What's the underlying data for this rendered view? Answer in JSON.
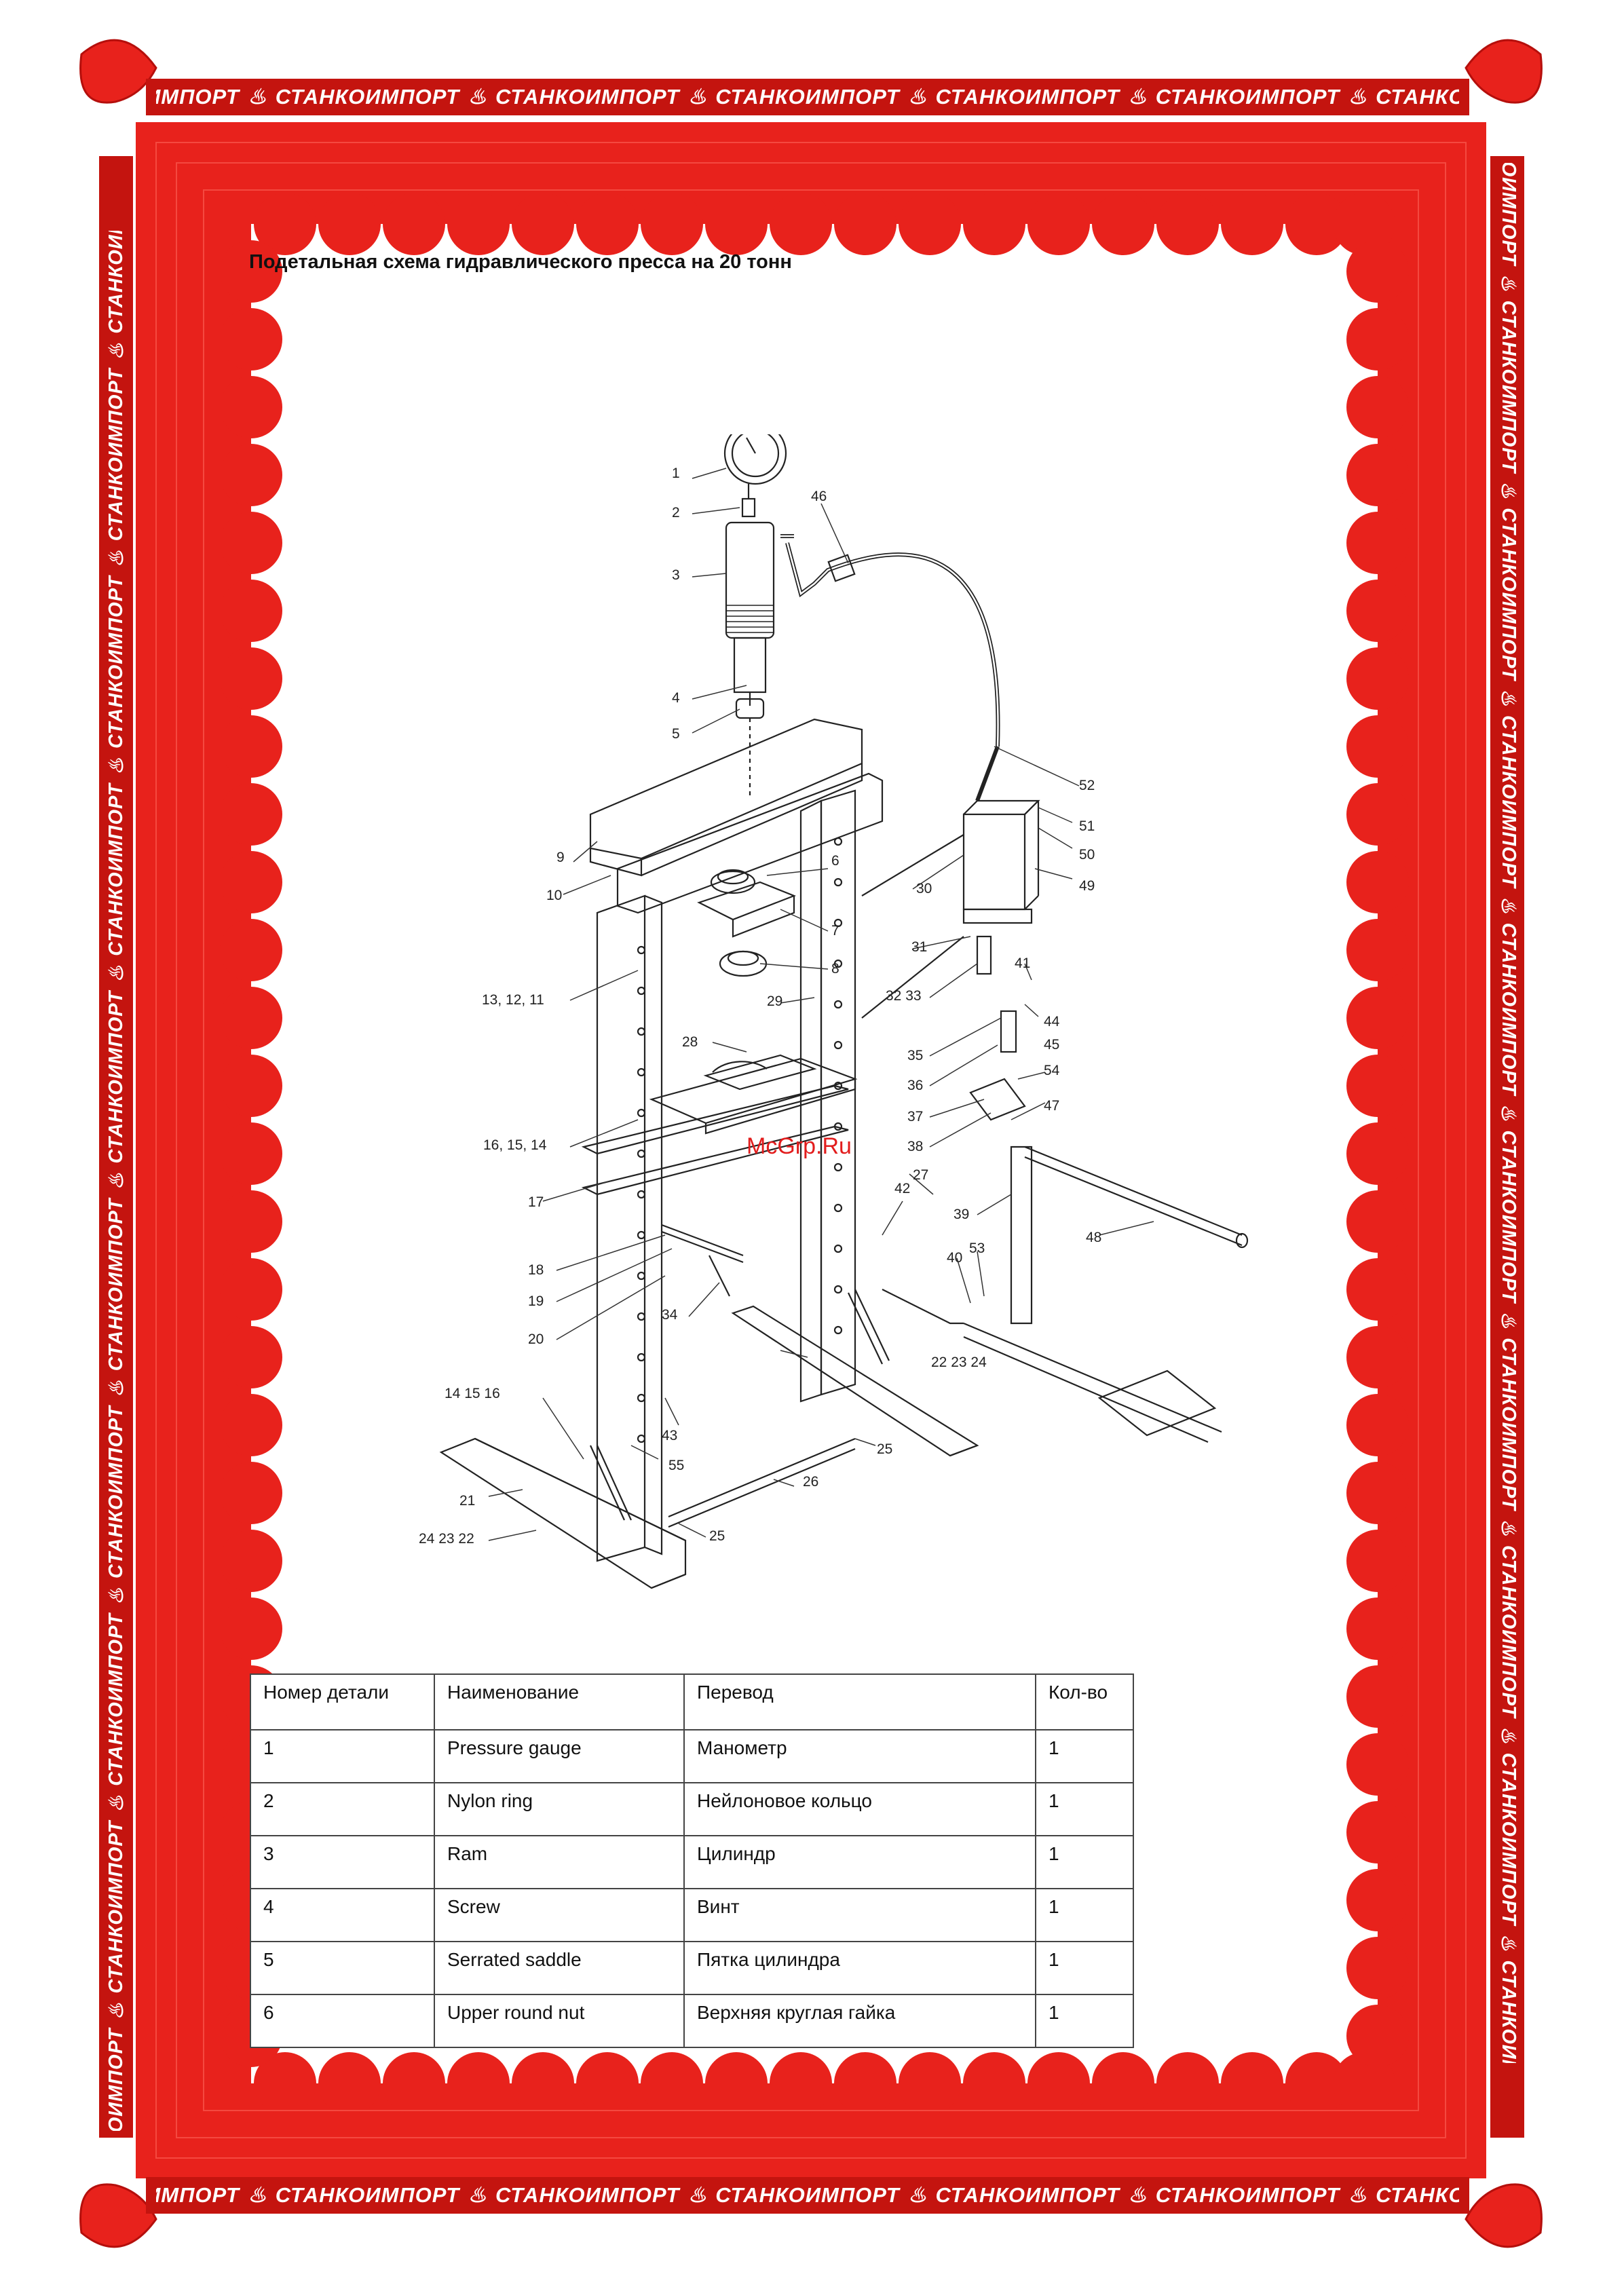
{
  "document": {
    "title": "Подетальная схема гидравлического пресса на 20 тонн"
  },
  "brand": {
    "name": "СТАНКОИМПОРТ",
    "colors": {
      "frame": "#e8221c",
      "frame_dark": "#b50f0c",
      "background": "#ffffff",
      "text": "#111111"
    }
  },
  "diagram": {
    "watermark": "McGrp.Ru",
    "callouts": {
      "c1": "1",
      "c2": "2",
      "c3": "3",
      "c4": "4",
      "c5": "5",
      "c6": "6",
      "c7": "7",
      "c8": "8",
      "c9": "9",
      "c10": "10",
      "c11_13": "13, 12, 11",
      "c14_16a": "16, 15, 14",
      "c17": "17",
      "c18": "18",
      "c19": "19",
      "c20": "20",
      "c14_16b": "14  15  16",
      "c21": "21",
      "c22_24a": "24  23  22",
      "c22_24b": "22  23  24",
      "c25a": "25",
      "c25b": "25",
      "c26": "26",
      "c27": "27",
      "c28": "28",
      "c29": "29",
      "c30": "30",
      "c31": "31",
      "c32_33": "32  33",
      "c34": "34",
      "c35": "35",
      "c36": "36",
      "c37": "37",
      "c38": "38",
      "c39": "39",
      "c40": "40",
      "c41": "41",
      "c42": "42",
      "c43": "43",
      "c44": "44",
      "c45": "45",
      "c46": "46",
      "c47": "47",
      "c48": "48",
      "c49": "49",
      "c50": "50",
      "c51": "51",
      "c52": "52",
      "c53": "53",
      "c54": "54",
      "c55": "55"
    }
  },
  "table": {
    "headers": {
      "number": "Номер детали",
      "name": "Наименование",
      "translation": "Перевод",
      "qty": "Кол-во"
    },
    "rows": [
      {
        "number": "1",
        "name": "Pressure gauge",
        "translation": "Манометр",
        "qty": "1"
      },
      {
        "number": "2",
        "name": "Nylon ring",
        "translation": "Нейлоновое кольцо",
        "qty": "1"
      },
      {
        "number": "3",
        "name": "Ram",
        "translation": "Цилиндр",
        "qty": "1"
      },
      {
        "number": "4",
        "name": "Screw",
        "translation": "Винт",
        "qty": "1"
      },
      {
        "number": "5",
        "name": "Serrated saddle",
        "translation": "Пятка цилиндра",
        "qty": "1"
      },
      {
        "number": "6",
        "name": "Upper round nut",
        "translation": "Верхняя круглая гайка",
        "qty": "1"
      }
    ]
  }
}
